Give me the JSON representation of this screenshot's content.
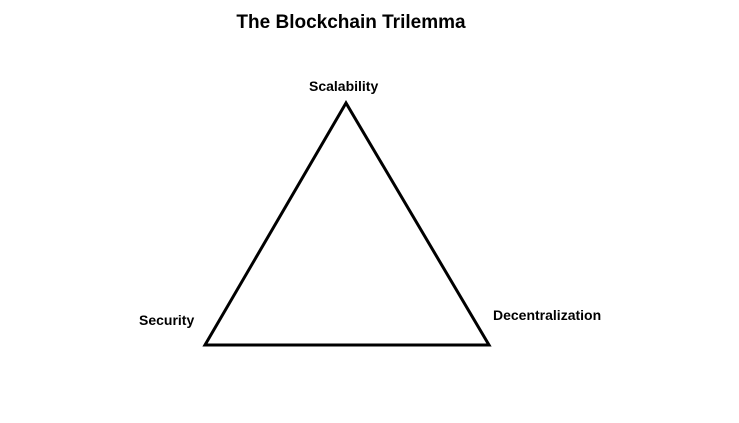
{
  "title": "The Blockchain Trilemma",
  "vertices": {
    "top": "Scalability",
    "bottom_left": "Security",
    "bottom_right": "Decentralization"
  },
  "colors": {
    "background": "#ffffff",
    "stroke": "#000000",
    "text": "#000000"
  }
}
